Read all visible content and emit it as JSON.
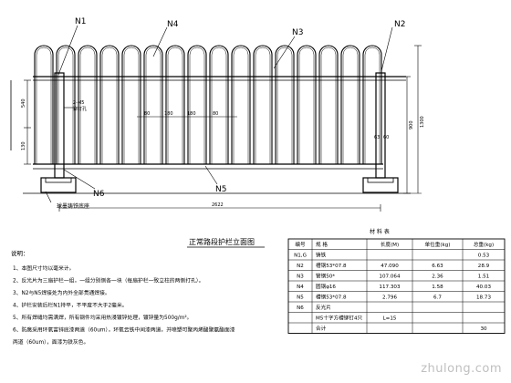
{
  "labels": {
    "n1": "N1",
    "n2": "N2",
    "n3": "N3",
    "n4": "N4",
    "n5": "N5",
    "n6": "N6",
    "title": "正常路段护栏立面图",
    "anchor_note": "球墨铸铁底座",
    "side_note": "2-M5\n铆钉孔",
    "table_title": "材  料  表"
  },
  "dimensions": {
    "spacing_a": "80",
    "spacing_b": "180",
    "spacing_c": "180",
    "spacing_d": "80",
    "width_total": "2622",
    "h_upper": "540",
    "h_lower": "130",
    "h_right_total": "900",
    "h_right_outer": "1300",
    "post_a": "63",
    "post_b": "60"
  },
  "table": {
    "headers": [
      "编号",
      "规      格",
      "长度(M)",
      "单位重(kg)",
      "总重(kg)"
    ],
    "rows": [
      [
        "N1,G",
        "铸铁",
        "",
        "",
        "0.53"
      ],
      [
        "N2",
        "槽钢53*07.8",
        "47.090",
        "6.63",
        "28.9"
      ],
      [
        "N3",
        "管钢50*",
        "107.064",
        "2.36",
        "1.51"
      ],
      [
        "N4",
        "圆钢φ16",
        "117.303",
        "1.58",
        "40.03"
      ],
      [
        "N5",
        "槽钢53*07.8",
        "2.796",
        "6.7",
        "18.73"
      ],
      [
        "N6",
        "反光片",
        "",
        "",
        ""
      ],
      [
        "",
        "M5十字方槽铆钉4只",
        "L=15",
        "",
        ""
      ],
      [
        "",
        "合计",
        "",
        "",
        "30"
      ]
    ]
  },
  "notes": {
    "heading": "说明：",
    "items": [
      "1、本图尺寸均以毫米计。",
      "2、反光片为三扇护栏一组，一组分别侧各一块（每扇护栏一致立柱的两侧打孔）。",
      "3、N2与N5焊接处为内外全部贯通焊接。",
      "4、护栏安装后栏N1持平，不平度不大于2毫米。",
      "5、所有焊缝均需满焊，所有钢件均采用热浸镀锌处理，镀锌量为500g/m²。",
      "6、防腐采用环氧富锌底漆两道（60um），环氧云铁中间漆两道，并喷塑可聚丙烯酸聚氨酯面漆",
      "    两道（60um），面漆为铁灰色。"
    ]
  },
  "watermark": "zhulong.com"
}
